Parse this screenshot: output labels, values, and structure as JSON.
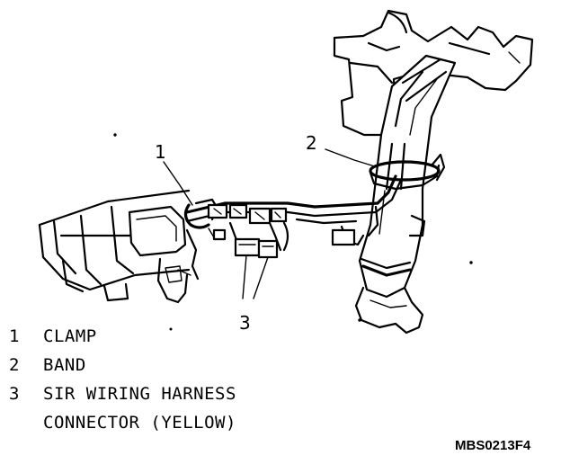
{
  "callouts": {
    "c1": "1",
    "c2": "2",
    "c3": "3"
  },
  "legend": [
    {
      "num": "1",
      "text": "CLAMP"
    },
    {
      "num": "2",
      "text": "BAND"
    },
    {
      "num": "3",
      "text": "SIR WIRING HARNESS"
    },
    {
      "num": "",
      "text": "CONNECTOR (YELLOW)"
    }
  ],
  "figure_id": "MBS0213F4"
}
